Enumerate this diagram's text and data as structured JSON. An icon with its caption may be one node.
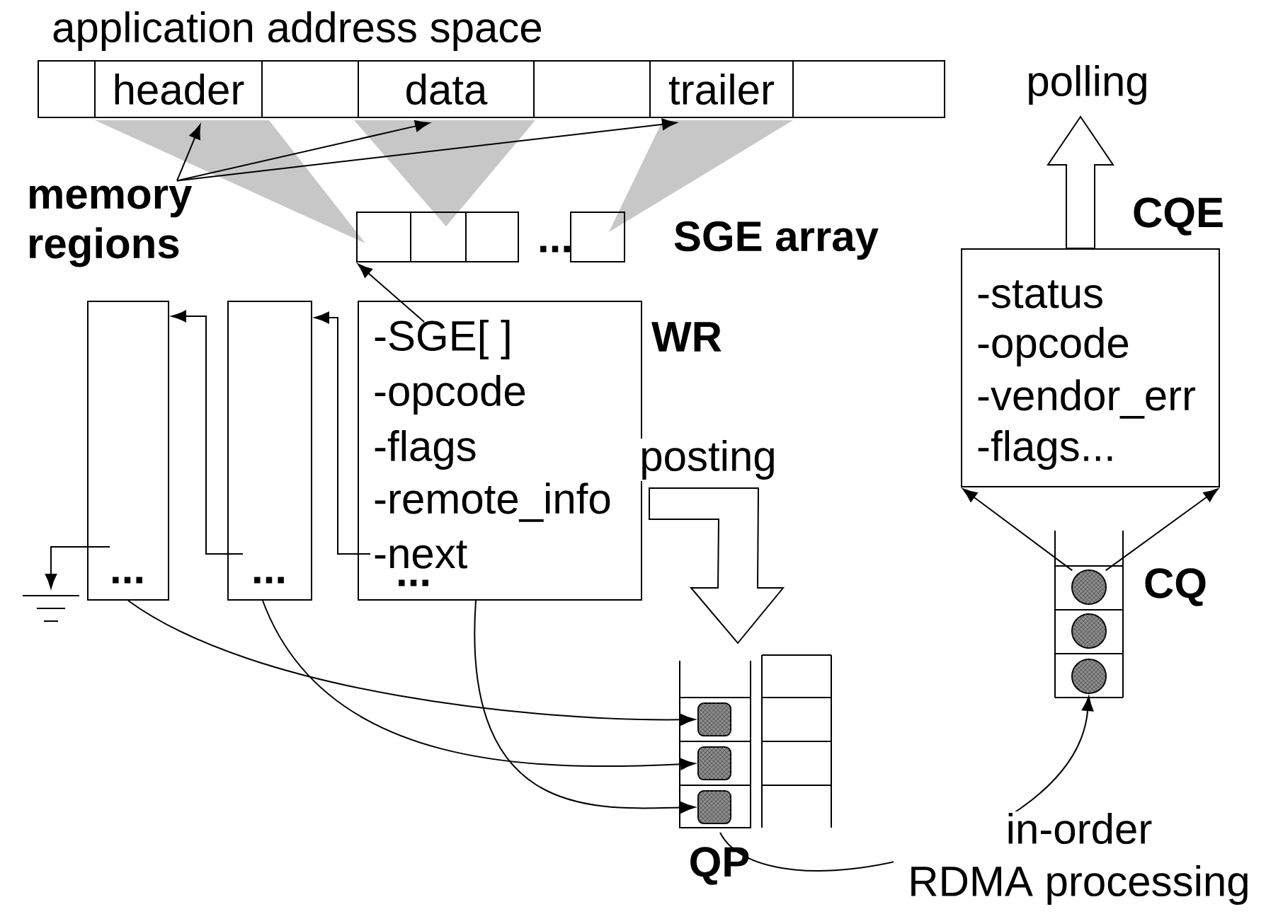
{
  "diagram": {
    "nodes": [
      {
        "text": [
          "application address space"
        ]
      },
      {
        "text": [
          "header"
        ],
        "in": 0
      },
      {
        "text": [
          "data"
        ],
        "in": 0
      },
      {
        "text": [
          "trailer"
        ],
        "in": 0
      },
      {
        "text": [
          "memory regions"
        ]
      },
      {
        "text": [
          "SGE array"
        ]
      },
      {
        "text": [
          "..."
        ]
      },
      {
        "text": [
          "..."
        ]
      },
      {
        "text": [
          "-SGE[ ]",
          "WR",
          "-opcode",
          "-flags",
          "-remote_info",
          "-next",
          "..."
        ]
      },
      {
        "text": [],
        "shape": "ground"
      },
      {
        "text": [
          "QP"
        ]
      },
      {
        "text": [],
        "shape": "box",
        "in": 10
      },
      {
        "text": [],
        "shape": "box",
        "in": 10
      },
      {
        "text": [],
        "shape": "box",
        "in": 10
      },
      {
        "text": [
          "CQ"
        ]
      },
      {
        "text": [],
        "shape": "circle",
        "in": 14
      },
      {
        "text": [],
        "shape": "circle",
        "in": 14
      },
      {
        "text": [],
        "shape": "circle",
        "in": 14
      },
      {
        "text": [
          "CQE",
          "-status",
          "-opcode",
          "-vendor_err",
          "-flags..."
        ]
      },
      {
        "text": [
          "polling"
        ]
      }
    ],
    "edges": [
      {
        "from": 4,
        "to": 1,
        "arrow": "to"
      },
      {
        "from": 4,
        "to": 2,
        "arrow": "to"
      },
      {
        "from": 4,
        "to": 3,
        "arrow": "to"
      },
      {
        "from": 8,
        "to": 5,
        "arrow": "to"
      },
      {
        "from": 8,
        "to": 7,
        "arrow": "to"
      },
      {
        "from": 7,
        "to": 6,
        "arrow": "to"
      },
      {
        "from": 6,
        "to": 9,
        "arrow": "to"
      },
      {
        "from": 8,
        "to": 10,
        "arrow": "to",
        "style": "thick",
        "label": "posting"
      },
      {
        "from": 6,
        "to": 11,
        "arrow": "to"
      },
      {
        "from": 7,
        "to": 12,
        "arrow": "to"
      },
      {
        "from": 8,
        "to": 13,
        "arrow": "to"
      },
      {
        "from": 13,
        "to": 17,
        "arrow": "to",
        "label": "in-order RDMA processing"
      },
      {
        "from": 15,
        "to": 18,
        "arrow": "to"
      },
      {
        "from": 15,
        "to": 18,
        "arrow": "to"
      },
      {
        "from": 18,
        "to": 19,
        "arrow": "to",
        "style": "thick"
      }
    ],
    "labels": [
      "..."
    ]
  }
}
